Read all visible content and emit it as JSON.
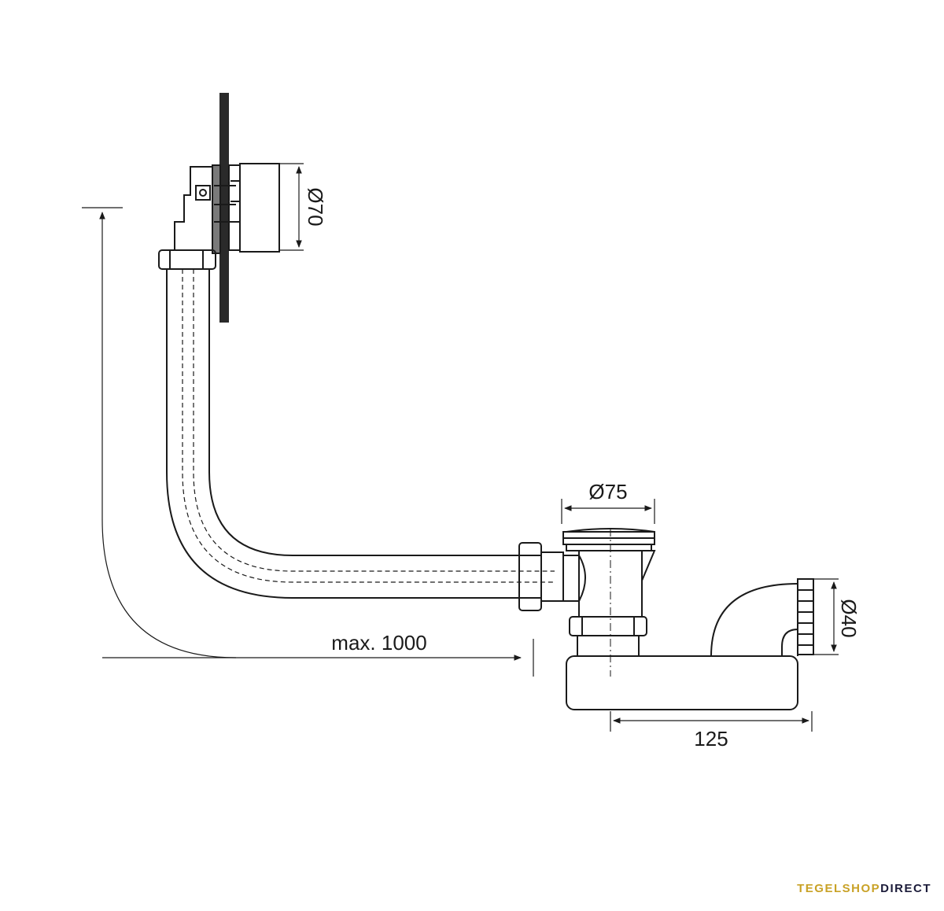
{
  "dimensions": {
    "overflow_diameter": "Ø70",
    "waste_diameter": "Ø75",
    "outlet_diameter": "Ø40",
    "max_length": "max. 1000",
    "trap_offset": "125"
  },
  "logo": {
    "part1": "TEGELSHOP",
    "part2": "DIRECT"
  },
  "colors": {
    "line": "#1a1a1a",
    "logo_gold": "#c9a227",
    "logo_dark": "#1c1c3a"
  }
}
